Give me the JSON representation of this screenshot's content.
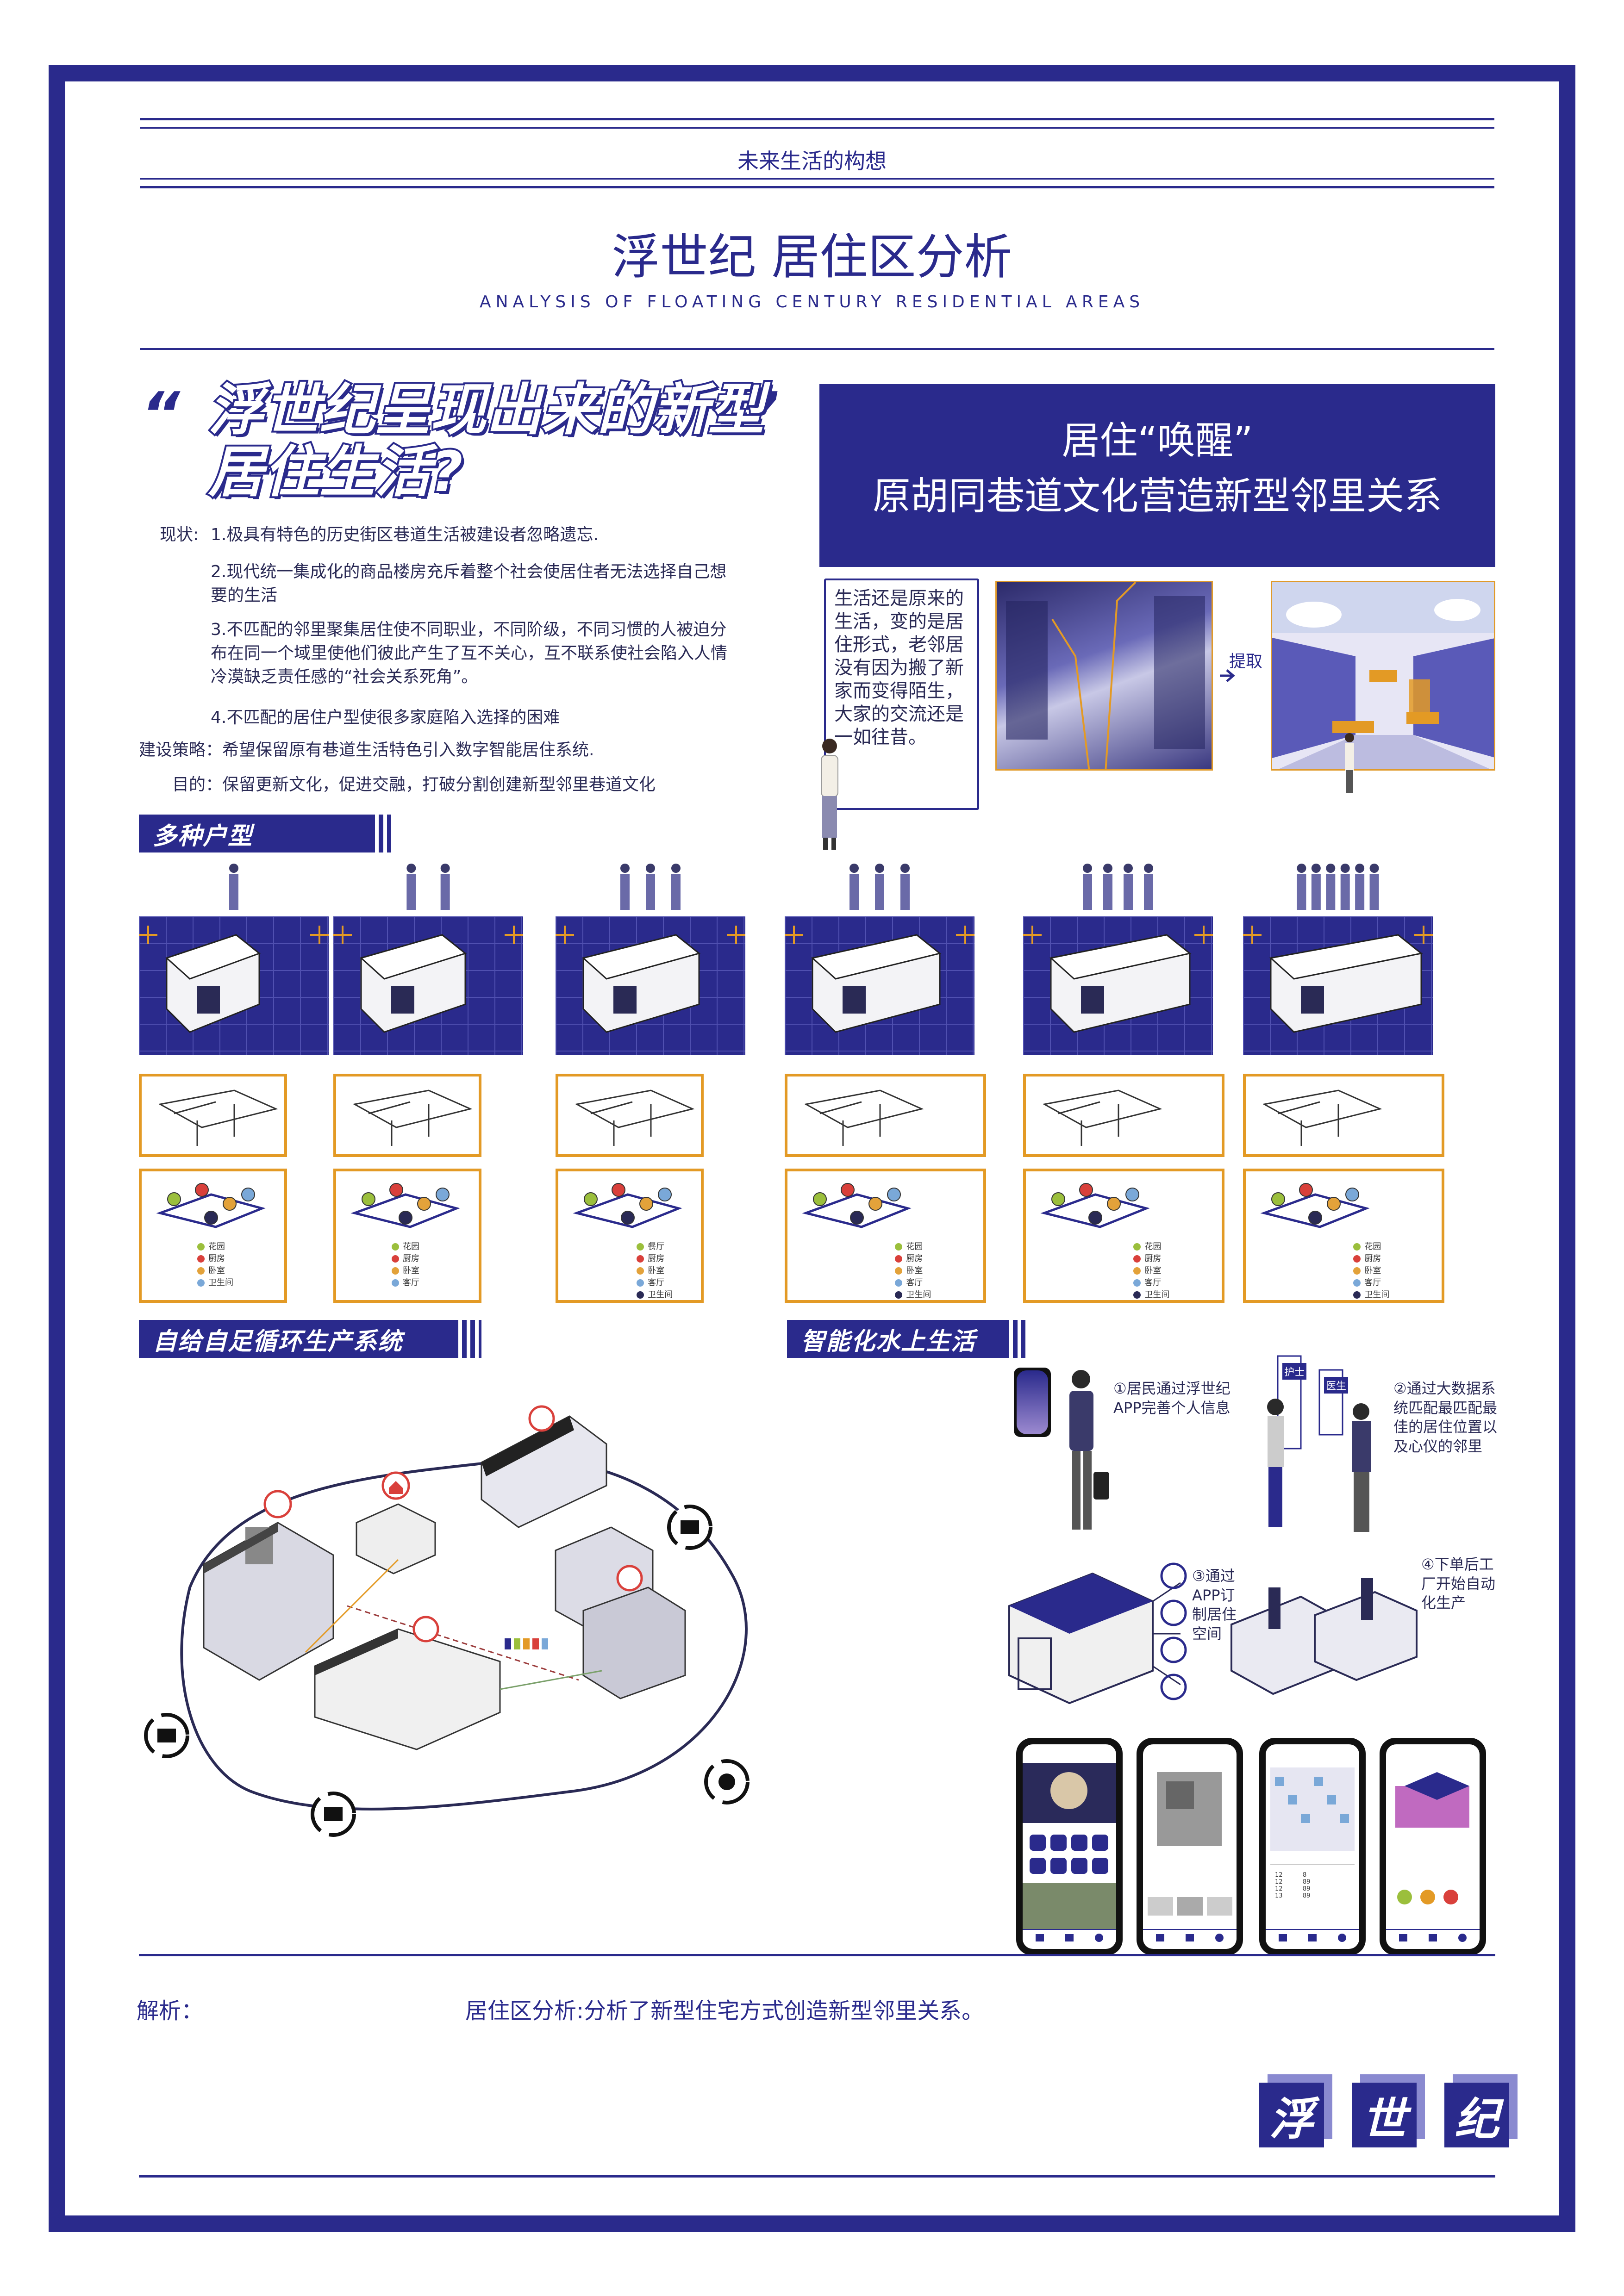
{
  "header": {
    "kicker": "未来生活的构想",
    "title": "浮世纪 居住区分析",
    "subtitle": "ANALYSIS OF FLOATING CENTURY RESIDENTIAL AREAS"
  },
  "intro": {
    "quote_open": "“",
    "quote_close": "”",
    "heading_line1": "浮世纪呈现出来的新型",
    "heading_line2": "居住生活?",
    "status_label": "现状:",
    "status_items": [
      "1.极具有特色的历史街区巷道生活被建设者忽略遗忘.",
      "2.现代统一集成化的商品楼房充斥着整个社会使居住者无法选择自己想要的生活",
      "3.不匹配的邻里聚集居住使不同职业，不同阶级，不同习惯的人被迫分布在同一个域里使他们彼此产生了互不关心，互不联系使社会陷入人情冷漠缺乏责任感的“社会关系死角”。",
      "4.不匹配的居住户型使很多家庭陷入选择的困难"
    ],
    "strategy_label": "建设策略：",
    "strategy_text": "希望保留原有巷道生活特色引入数字智能居住系统.",
    "goal_label": "目的：",
    "goal_text": "保留更新文化，促进交融，打破分割创建新型邻里巷道文化"
  },
  "awaken": {
    "title_line1": "居住“唤醒”",
    "title_line2": "原胡同巷道文化营造新型邻里关系",
    "quote_text": "生活还是原来的生活，变的是居住形式，老邻居没有因为搬了新家而变得陌生，大家的交流还是一如往昔。",
    "extract_label": "提取"
  },
  "section_types": {
    "title": "多种户型",
    "units": [
      {
        "name": "",
        "people": 1
      },
      {
        "name": "",
        "people": 2
      },
      {
        "name": "",
        "people": 3
      },
      {
        "name": "",
        "people": 3
      },
      {
        "name": "",
        "people": 4
      },
      {
        "name": "",
        "people": 6
      }
    ],
    "legend_sets": [
      [
        "花园",
        "厨房",
        "卧室",
        "卫生间"
      ],
      [
        "花园",
        "厨房",
        "卧室",
        "客厅"
      ],
      [
        "餐厅",
        "厨房",
        "卧室",
        "客厅",
        "卫生间"
      ],
      [
        "花园",
        "厨房",
        "卧室",
        "客厅",
        "卫生间"
      ],
      [
        "花园",
        "厨房",
        "卧室",
        "客厅",
        "卫生间"
      ],
      [
        "花园",
        "厨房",
        "卧室",
        "客厅",
        "卫生间"
      ]
    ],
    "legend_colors": [
      "#9bbf3c",
      "#d9403b",
      "#e3a23a",
      "#7aa8d8",
      "#2a2a55"
    ]
  },
  "section_cycle": {
    "title": "自给自足循环生产系统",
    "labels": [
      "",
      "",
      "",
      "",
      "",
      "",
      "",
      ""
    ]
  },
  "section_smart": {
    "title": "智能化水上生活",
    "steps": [
      "①居民通过浮世纪APP完善个人信息",
      "②通过大数据系统匹配最匹配最佳的居住位置以及心仪的邻里",
      "③通过APP订制居住空间",
      "④下单后工厂开始自动化生产"
    ],
    "people_tags": [
      "护士",
      "医生"
    ],
    "phones": [
      {
        "header": ""
      },
      {
        "header": ""
      },
      {
        "header": ""
      },
      {
        "header": ""
      }
    ],
    "table_rows": [
      [
        "12",
        "8"
      ],
      [
        "12",
        "89"
      ],
      [
        "12",
        "89"
      ],
      [
        "13",
        "89"
      ]
    ]
  },
  "footer": {
    "analysis_label": "解析：",
    "analysis_text": "居住区分析:分析了新型住宅方式创造新型邻里关系。",
    "logo_chars": [
      "浮",
      "世",
      "纪"
    ]
  },
  "colors": {
    "navy": "#2a2a8c",
    "accent_orange": "#e39a25",
    "text_dark": "#2a2a55"
  }
}
